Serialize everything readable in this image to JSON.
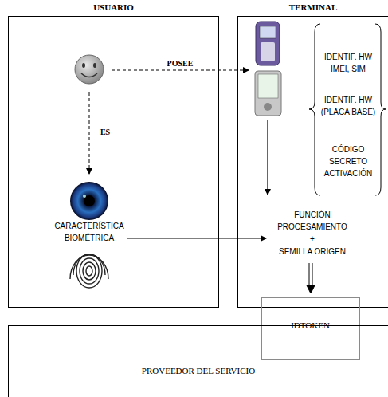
{
  "diagram": {
    "nodes": [
      {
        "text": [
          "USUARIO"
        ]
      },
      {
        "text": [
          "TERMINAL"
        ]
      },
      {
        "text": [
          "IDTOKEN"
        ]
      },
      {
        "text": [
          "PROVEEDOR DEL SERVICIO"
        ]
      }
    ],
    "labels": [
      "POSEE",
      "IDENTIF. HW IMEI, SIM",
      "IDENTIF. HW (PLACA BASE)",
      "ES",
      "CÓDIGO SECRETO ACTIVACIÓN",
      "CARACTERÍSTICA BIOMÉTRICA",
      "FUNCIÓN PROCESAMIENTO",
      "+",
      "SEMILLA ORIGEN"
    ]
  }
}
